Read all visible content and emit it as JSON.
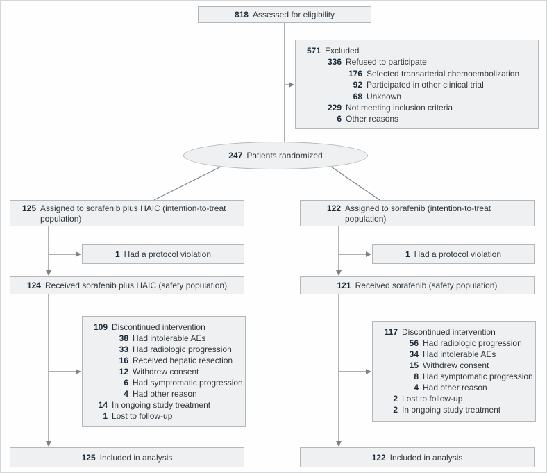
{
  "palette": {
    "box_fill": "#eef0f1",
    "box_border": "#b4b8bb",
    "number_color": "#1b2a38",
    "text_color": "#31373c",
    "connector_color": "#7d8285"
  },
  "flow": {
    "assessed": {
      "n": "818",
      "label": "Assessed for eligibility"
    },
    "excluded": {
      "rows": [
        {
          "n": "571",
          "label": "Excluded"
        },
        {
          "n": "336",
          "label": "Refused to participate"
        },
        {
          "n": "176",
          "label": "Selected transarterial chemoembolization"
        },
        {
          "n": "92",
          "label": "Participated in other clinical trial"
        },
        {
          "n": "68",
          "label": "Unknown"
        },
        {
          "n": "229",
          "label": "Not meeting inclusion criteria"
        },
        {
          "n": "6",
          "label": "Other reasons"
        }
      ]
    },
    "randomized": {
      "n": "247",
      "label": "Patients randomized"
    },
    "left_arm": {
      "assigned": {
        "n": "125",
        "label": "Assigned to sorafenib plus HAIC (intention-to-treat population)"
      },
      "protocol_violation": {
        "n": "1",
        "label": "Had a protocol violation"
      },
      "received": {
        "n": "124",
        "label": "Received sorafenib plus HAIC (safety population)"
      },
      "discontinued": {
        "rows": [
          {
            "n": "109",
            "label": "Discontinued intervention"
          },
          {
            "n": "38",
            "label": "Had intolerable AEs"
          },
          {
            "n": "33",
            "label": "Had radiologic progression"
          },
          {
            "n": "16",
            "label": "Received hepatic resection"
          },
          {
            "n": "12",
            "label": "Withdrew consent"
          },
          {
            "n": "6",
            "label": "Had symptomatic progression"
          },
          {
            "n": "4",
            "label": "Had other reason"
          },
          {
            "n": "14",
            "label": "In ongoing study treatment"
          },
          {
            "n": "1",
            "label": "Lost to follow-up"
          }
        ]
      },
      "analysis": {
        "n": "125",
        "label": "Included in analysis"
      }
    },
    "right_arm": {
      "assigned": {
        "n": "122",
        "label": "Assigned to sorafenib (intention-to-treat population)"
      },
      "protocol_violation": {
        "n": "1",
        "label": "Had a protocol violation"
      },
      "received": {
        "n": "121",
        "label": "Received sorafenib (safety population)"
      },
      "discontinued": {
        "rows": [
          {
            "n": "117",
            "label": "Discontinued intervention"
          },
          {
            "n": "56",
            "label": "Had radiologic progression"
          },
          {
            "n": "34",
            "label": "Had intolerable AEs"
          },
          {
            "n": "15",
            "label": "Withdrew consent"
          },
          {
            "n": "8",
            "label": "Had symptomatic progression"
          },
          {
            "n": "4",
            "label": "Had other reason"
          },
          {
            "n": "2",
            "label": "Lost to follow-up"
          },
          {
            "n": "2",
            "label": "In ongoing study treatment"
          }
        ]
      },
      "analysis": {
        "n": "122",
        "label": "Included in analysis"
      }
    }
  }
}
